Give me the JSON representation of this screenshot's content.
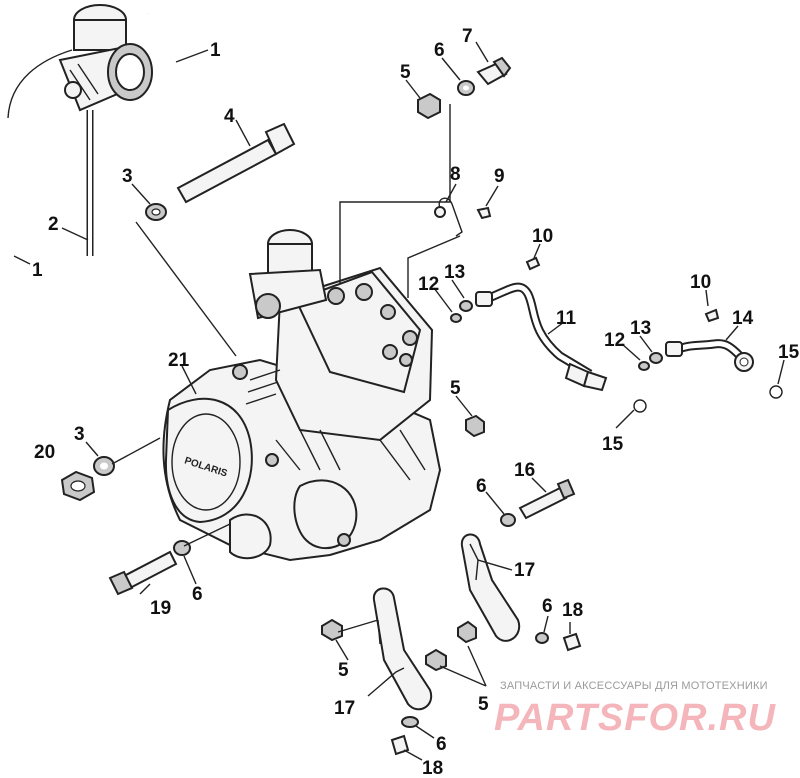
{
  "callouts": {
    "c1a": "1",
    "c1b": "1",
    "c2": "2",
    "c3a": "3",
    "c3b": "3",
    "c4": "4",
    "c5a": "5",
    "c5b": "5",
    "c5c": "5",
    "c5d": "5",
    "c6a": "6",
    "c6b": "6",
    "c6c": "6",
    "c6d": "6",
    "c6e": "6",
    "c7": "7",
    "c8": "8",
    "c9": "9",
    "c10a": "10",
    "c10b": "10",
    "c11": "11",
    "c12a": "12",
    "c12b": "12",
    "c13a": "13",
    "c13b": "13",
    "c14": "14",
    "c15a": "15",
    "c15b": "15",
    "c16": "16",
    "c17a": "17",
    "c17b": "17",
    "c18a": "18",
    "c18b": "18",
    "c19": "19",
    "c20": "20",
    "c21": "21"
  },
  "cover_logo": "POLARIS",
  "watermark": {
    "caption": "ЗАПЧАСТИ И АКСЕССУАРЫ ДЛЯ МОТОТЕХНИКИ",
    "logo": "PARTSFOR.RU"
  },
  "colors": {
    "line": "#222222",
    "watermark_logo": "#f4b6bb",
    "watermark_caption": "#9a9a9a"
  }
}
